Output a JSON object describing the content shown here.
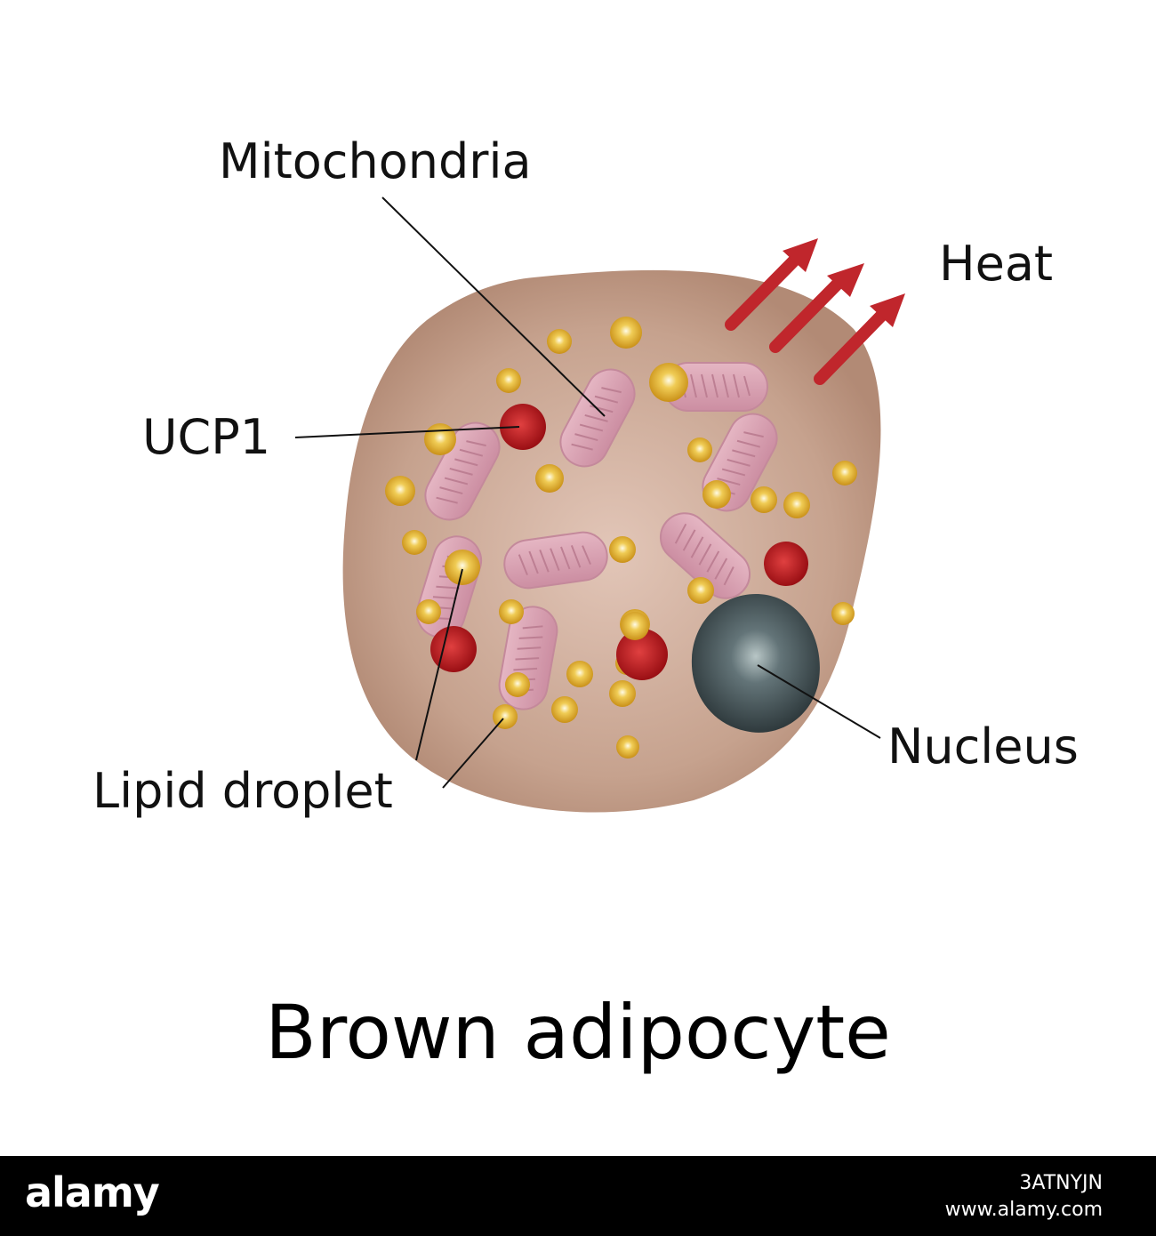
{
  "labels": {
    "mitochondria": "Mitochondria",
    "heat": "Heat",
    "ucp1": "UCP1",
    "nucleus": "Nucleus",
    "lipid_droplet": "Lipid droplet"
  },
  "title": "Brown adipocyte",
  "footer": {
    "brand": "alamy",
    "image_id": "3ATNYJN",
    "site": "www.alamy.com"
  },
  "colors": {
    "cell": "#c8a592",
    "mitochondria": "#d9a3b3",
    "lipid": "#e0b02c",
    "ucp1": "#c01d1d",
    "nucleus": "#4b5a5e",
    "heat_arrow": "#c0262c"
  }
}
